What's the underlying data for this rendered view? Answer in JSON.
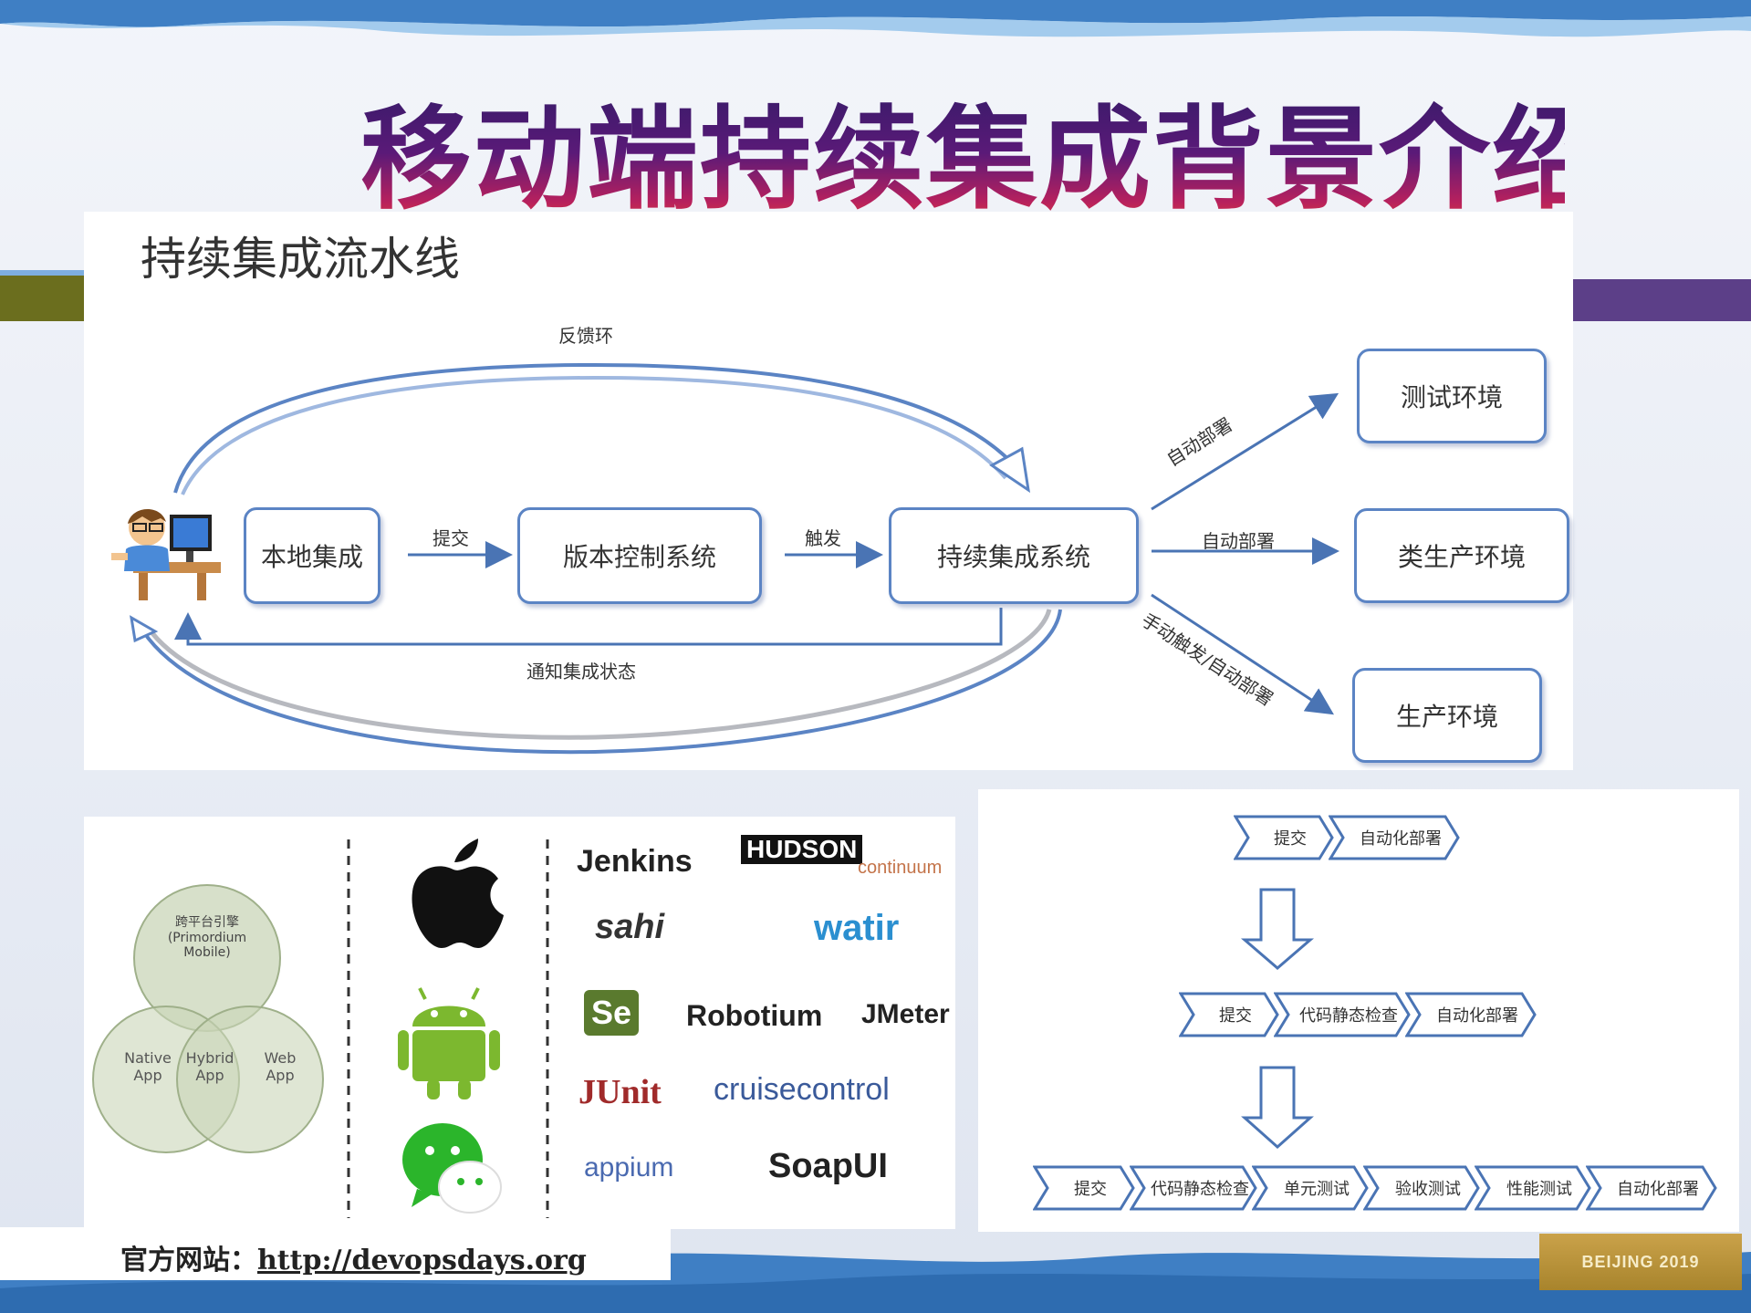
{
  "slide": {
    "title": "移动端持续集成背景介绍",
    "footer_label": "官方网站：",
    "footer_link": "http://devopsdays.org",
    "corner_badge": "BEIJING 2019"
  },
  "pipeline": {
    "heading": "持续集成流水线",
    "feedback_loop_label": "反馈环",
    "notify_label": "通知集成状态",
    "nodes": {
      "local": "本地集成",
      "vcs": "版本控制系统",
      "ci": "持续集成系统",
      "test_env": "测试环境",
      "staging_env": "类生产环境",
      "prod_env": "生产环境"
    },
    "edges": {
      "commit": "提交",
      "trigger": "触发",
      "auto_deploy_up": "自动部署",
      "auto_deploy_mid": "自动部署",
      "manual_deploy": "手动触发/自动部署"
    }
  },
  "platforms": {
    "venn": {
      "top": "跨平台引擎 (Primordium Mobile)",
      "left": "Native App",
      "center": "Hybrid App",
      "right": "Web App"
    },
    "tools": [
      "Jenkins",
      "HUDSON",
      "continuum",
      "sahi",
      "watir",
      "Se",
      "Robotium",
      "JMeter",
      "JUnit",
      "cruisecontrol",
      "appium",
      "SoapUI"
    ]
  },
  "stages": {
    "row1": [
      "提交",
      "自动化部署"
    ],
    "row2": [
      "提交",
      "代码静态检查",
      "自动化部署"
    ],
    "row3": [
      "提交",
      "代码静态检查",
      "单元测试",
      "验收测试",
      "性能测试",
      "自动化部署"
    ]
  }
}
